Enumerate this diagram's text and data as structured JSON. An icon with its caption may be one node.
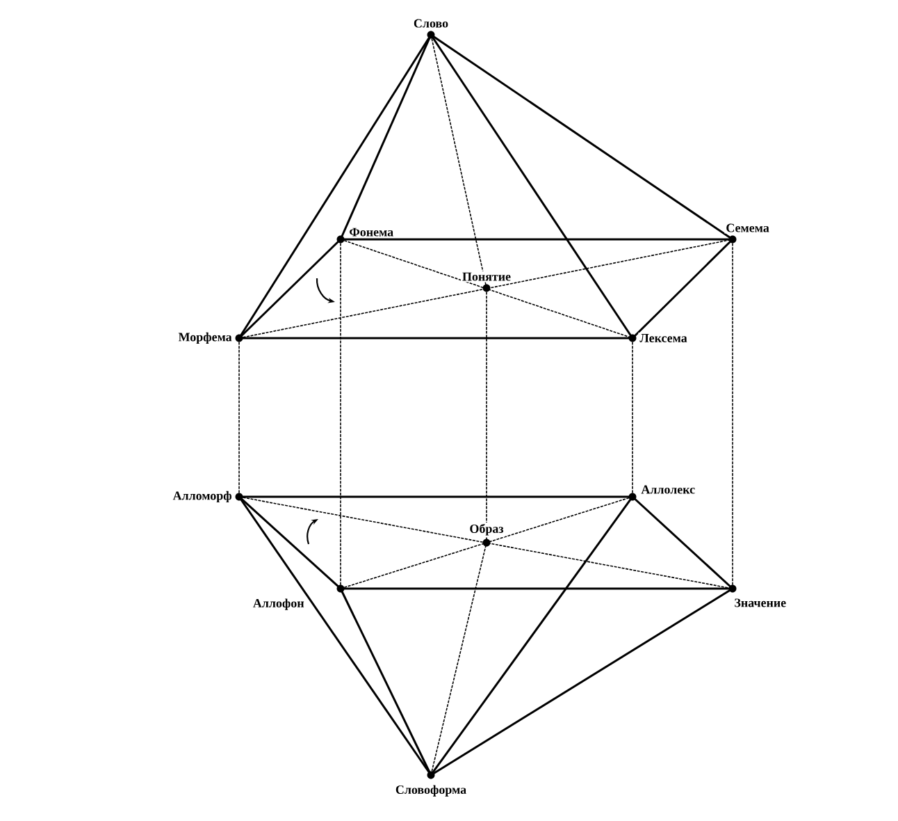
{
  "diagram": {
    "nodes": [
      {
        "text": [
          "Слово"
        ]
      },
      {
        "text": [
          "Фонема"
        ]
      },
      {
        "text": [
          "Семема"
        ]
      },
      {
        "text": [
          "Понятие"
        ]
      },
      {
        "text": [
          "Морфема"
        ]
      },
      {
        "text": [
          "Лексема"
        ]
      },
      {
        "text": [
          "Алломорф"
        ]
      },
      {
        "text": [
          "Аллолекс"
        ]
      },
      {
        "text": [
          "Образ"
        ]
      },
      {
        "text": [
          "Аллофон"
        ]
      },
      {
        "text": [
          "Значение"
        ]
      },
      {
        "text": [
          "Словоформа"
        ]
      }
    ],
    "edges": [
      {
        "from": 0,
        "to": 4,
        "arrow": "none"
      },
      {
        "from": 0,
        "to": 1,
        "arrow": "none"
      },
      {
        "from": 0,
        "to": 3,
        "arrow": "none",
        "style": "dashed"
      },
      {
        "from": 0,
        "to": 5,
        "arrow": "none"
      },
      {
        "from": 0,
        "to": 2,
        "arrow": "none"
      },
      {
        "from": 1,
        "to": 2,
        "arrow": "none"
      },
      {
        "from": 1,
        "to": 4,
        "arrow": "none"
      },
      {
        "from": 4,
        "to": 5,
        "arrow": "none"
      },
      {
        "from": 2,
        "to": 5,
        "arrow": "none"
      },
      {
        "from": 1,
        "to": 5,
        "arrow": "none",
        "style": "dashed"
      },
      {
        "from": 4,
        "to": 2,
        "arrow": "none",
        "style": "dashed"
      },
      {
        "from": 4,
        "to": 6,
        "arrow": "none",
        "style": "dashed"
      },
      {
        "from": 1,
        "to": 9,
        "arrow": "none",
        "style": "dashed"
      },
      {
        "from": 3,
        "to": 8,
        "arrow": "none",
        "style": "dashed"
      },
      {
        "from": 5,
        "to": 7,
        "arrow": "none",
        "style": "dashed"
      },
      {
        "from": 2,
        "to": 10,
        "arrow": "none",
        "style": "dashed"
      },
      {
        "from": 6,
        "to": 7,
        "arrow": "none"
      },
      {
        "from": 9,
        "to": 10,
        "arrow": "none"
      },
      {
        "from": 6,
        "to": 9,
        "arrow": "none"
      },
      {
        "from": 7,
        "to": 10,
        "arrow": "none"
      },
      {
        "from": 6,
        "to": 10,
        "arrow": "none",
        "style": "dashed"
      },
      {
        "from": 9,
        "to": 7,
        "arrow": "none",
        "style": "dashed"
      },
      {
        "from": 11,
        "to": 6,
        "arrow": "none"
      },
      {
        "from": 11,
        "to": 9,
        "arrow": "none"
      },
      {
        "from": 11,
        "to": 8,
        "arrow": "none",
        "style": "dashed"
      },
      {
        "from": 11,
        "to": 7,
        "arrow": "none"
      },
      {
        "from": 11,
        "to": 10,
        "arrow": "none"
      }
    ]
  }
}
